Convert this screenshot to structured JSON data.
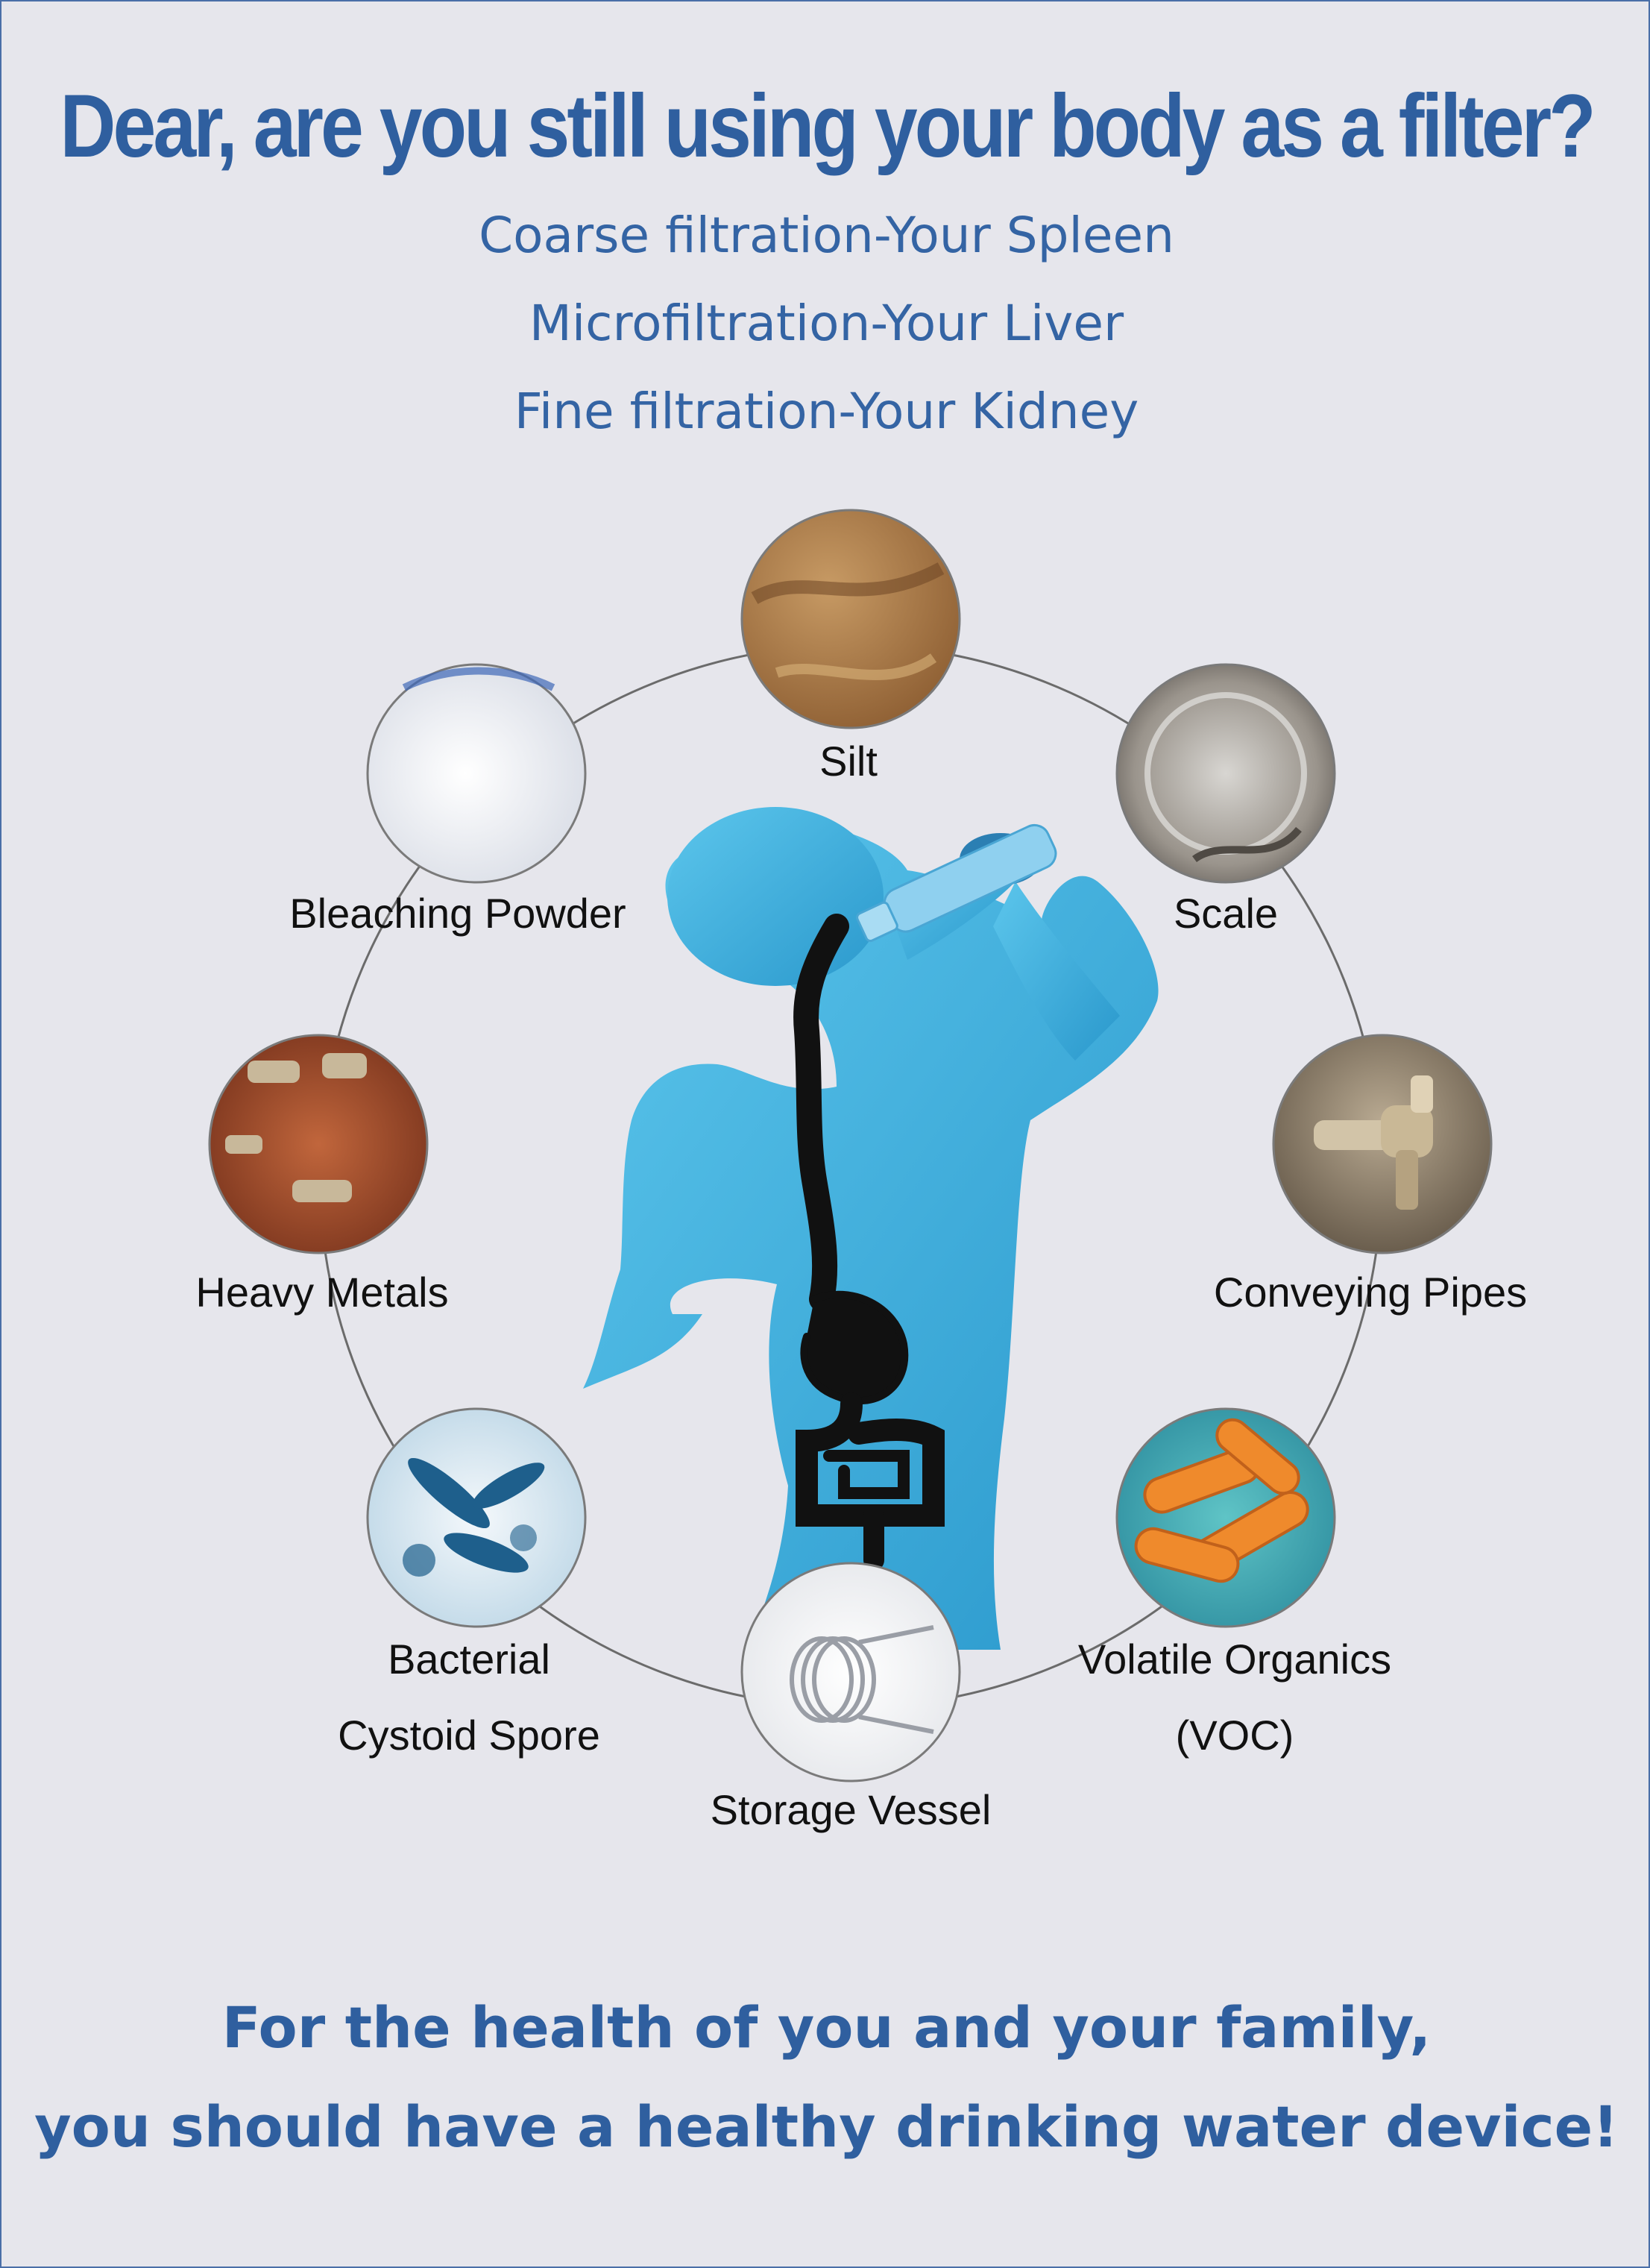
{
  "headline": "Dear, are you still using your body as a filter?",
  "filtration": [
    "Coarse filtration-Your Spleen",
    "Microfiltration-Your Liver",
    "Fine filtration-Your Kidney"
  ],
  "contaminants": {
    "silt": "Silt",
    "scale": "Scale",
    "conveying_pipes": "Conveying Pipes",
    "voc_line1": "Volatile Organics",
    "voc_line2": "(VOC)",
    "storage_vessel": "Storage Vessel",
    "bacterial_line1": "Bacterial",
    "bacterial_line2": "Cystoid Spore",
    "heavy_metals": "Heavy Metals",
    "bleaching_powder": "Bleaching Powder"
  },
  "footer": [
    "For the health of you and your family,",
    "you should have a healthy drinking water device!"
  ],
  "colors": {
    "background": "#e6e6ec",
    "heading_blue": "#2f5f9f",
    "figure_blue": "#39abdc",
    "digestive_tract": "#101010"
  }
}
